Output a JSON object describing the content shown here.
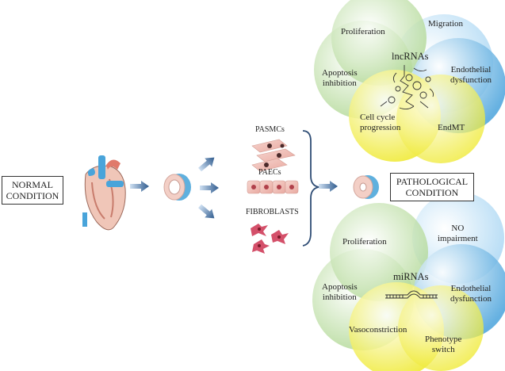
{
  "left_box": {
    "line1": "NORMAL",
    "line2": "CONDITION"
  },
  "right_box": {
    "line1": "PATHOLOGICAL",
    "line2": "CONDITION"
  },
  "cell_types": {
    "pasmc": "PASMCs",
    "paec": "PAECs",
    "fibro": "FIBROBLASTS"
  },
  "lnc_cluster": {
    "center": "lncRNAs",
    "proliferation": "Proliferation",
    "migration": "Migration",
    "apoptosis": [
      "Apoptosis",
      "inhibition"
    ],
    "endothelial": [
      "Endothelial",
      "dysfunction"
    ],
    "cellcycle": [
      "Cell cycle",
      "progression"
    ],
    "endmt": "EndMT"
  },
  "mir_cluster": {
    "center": "miRNAs",
    "proliferation": "Proliferation",
    "no": [
      "NO",
      "impairment"
    ],
    "apoptosis": [
      "Apoptosis",
      "inhibition"
    ],
    "endothelial": [
      "Endothelial",
      "dysfunction"
    ],
    "vasoconstriction": "Vasoconstriction",
    "phenotype": [
      "Phenotype",
      "switch"
    ]
  },
  "colors": {
    "green": "#b9dba0",
    "blue": "#74b7e2",
    "yellow": "#f2ec3a",
    "arrow": "#3a5f8f",
    "vessel_blue": "#5fb0de",
    "vessel_pink": "#f3cfc6"
  }
}
